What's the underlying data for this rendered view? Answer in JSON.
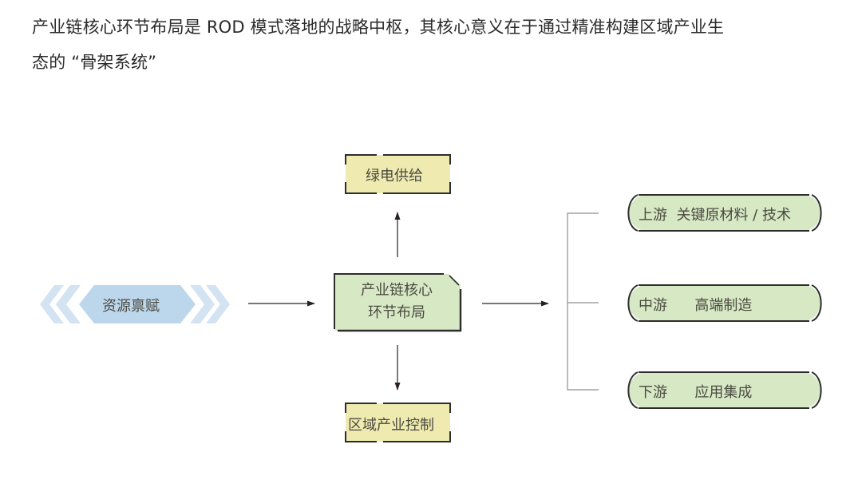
{
  "intro": {
    "line1": "产业链核心环节布局是 ROD 模式落地的战略中枢，其核心意义在于通过精准构建区域产业生",
    "line2": "态的 “骨架系统”"
  },
  "diagram": {
    "source": {
      "label": "资源禀赋",
      "icon": "chevron-arrows"
    },
    "center": {
      "line1": "产业链核心",
      "line2": "环节布局"
    },
    "top": {
      "label": "绿电供给"
    },
    "bottom": {
      "label": "区域产业控制"
    },
    "chain": [
      {
        "stage": "上游",
        "detail": "关键原材料 / 技术",
        "gap": "  "
      },
      {
        "stage": "中游",
        "detail": "高端制造",
        "gap": "      "
      },
      {
        "stage": "下游",
        "detail": "应用集成",
        "gap": "      "
      }
    ],
    "colors": {
      "source_fill": "#bcd6ec",
      "chevron_fill": "#d3e3f2",
      "yellow_box": "#efeab0",
      "green_box": "#d6e8c4",
      "outline": "#2d2d2d",
      "connector": "#a0a0a0"
    }
  }
}
